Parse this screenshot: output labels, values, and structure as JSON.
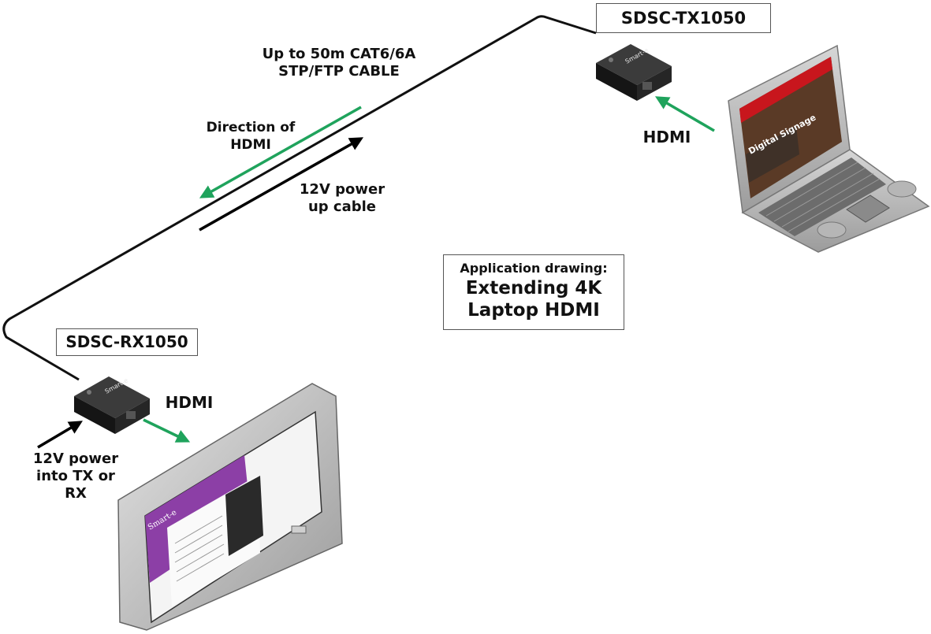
{
  "labels": {
    "tx_device": "SDSC-TX1050",
    "rx_device": "SDSC-RX1050",
    "cable_line1": "Up to 50m CAT6/6A",
    "cable_line2": "STP/FTP CABLE",
    "direction_line1": "Direction of",
    "direction_line2": "HDMI",
    "power_up_line1": "12V power",
    "power_up_line2": "up cable",
    "hdmi_tx": "HDMI",
    "hdmi_rx": "HDMI",
    "power_in_line1": "12V power",
    "power_in_line2": "into TX or",
    "power_in_line3": "RX",
    "app_line1": "Application drawing:",
    "app_line2": "Extending 4K",
    "app_line3": "Laptop HDMI"
  },
  "device_branding": "Smart-e",
  "screen_text": {
    "laptop_headline": "Digital Signage",
    "monitor_brand": "Smart-e"
  },
  "colors": {
    "hdmi_arrow": "#1fa35c",
    "power_arrow": "#000000",
    "monitor_purple": "#8c3fa6",
    "laptop_red": "#c8161d"
  }
}
